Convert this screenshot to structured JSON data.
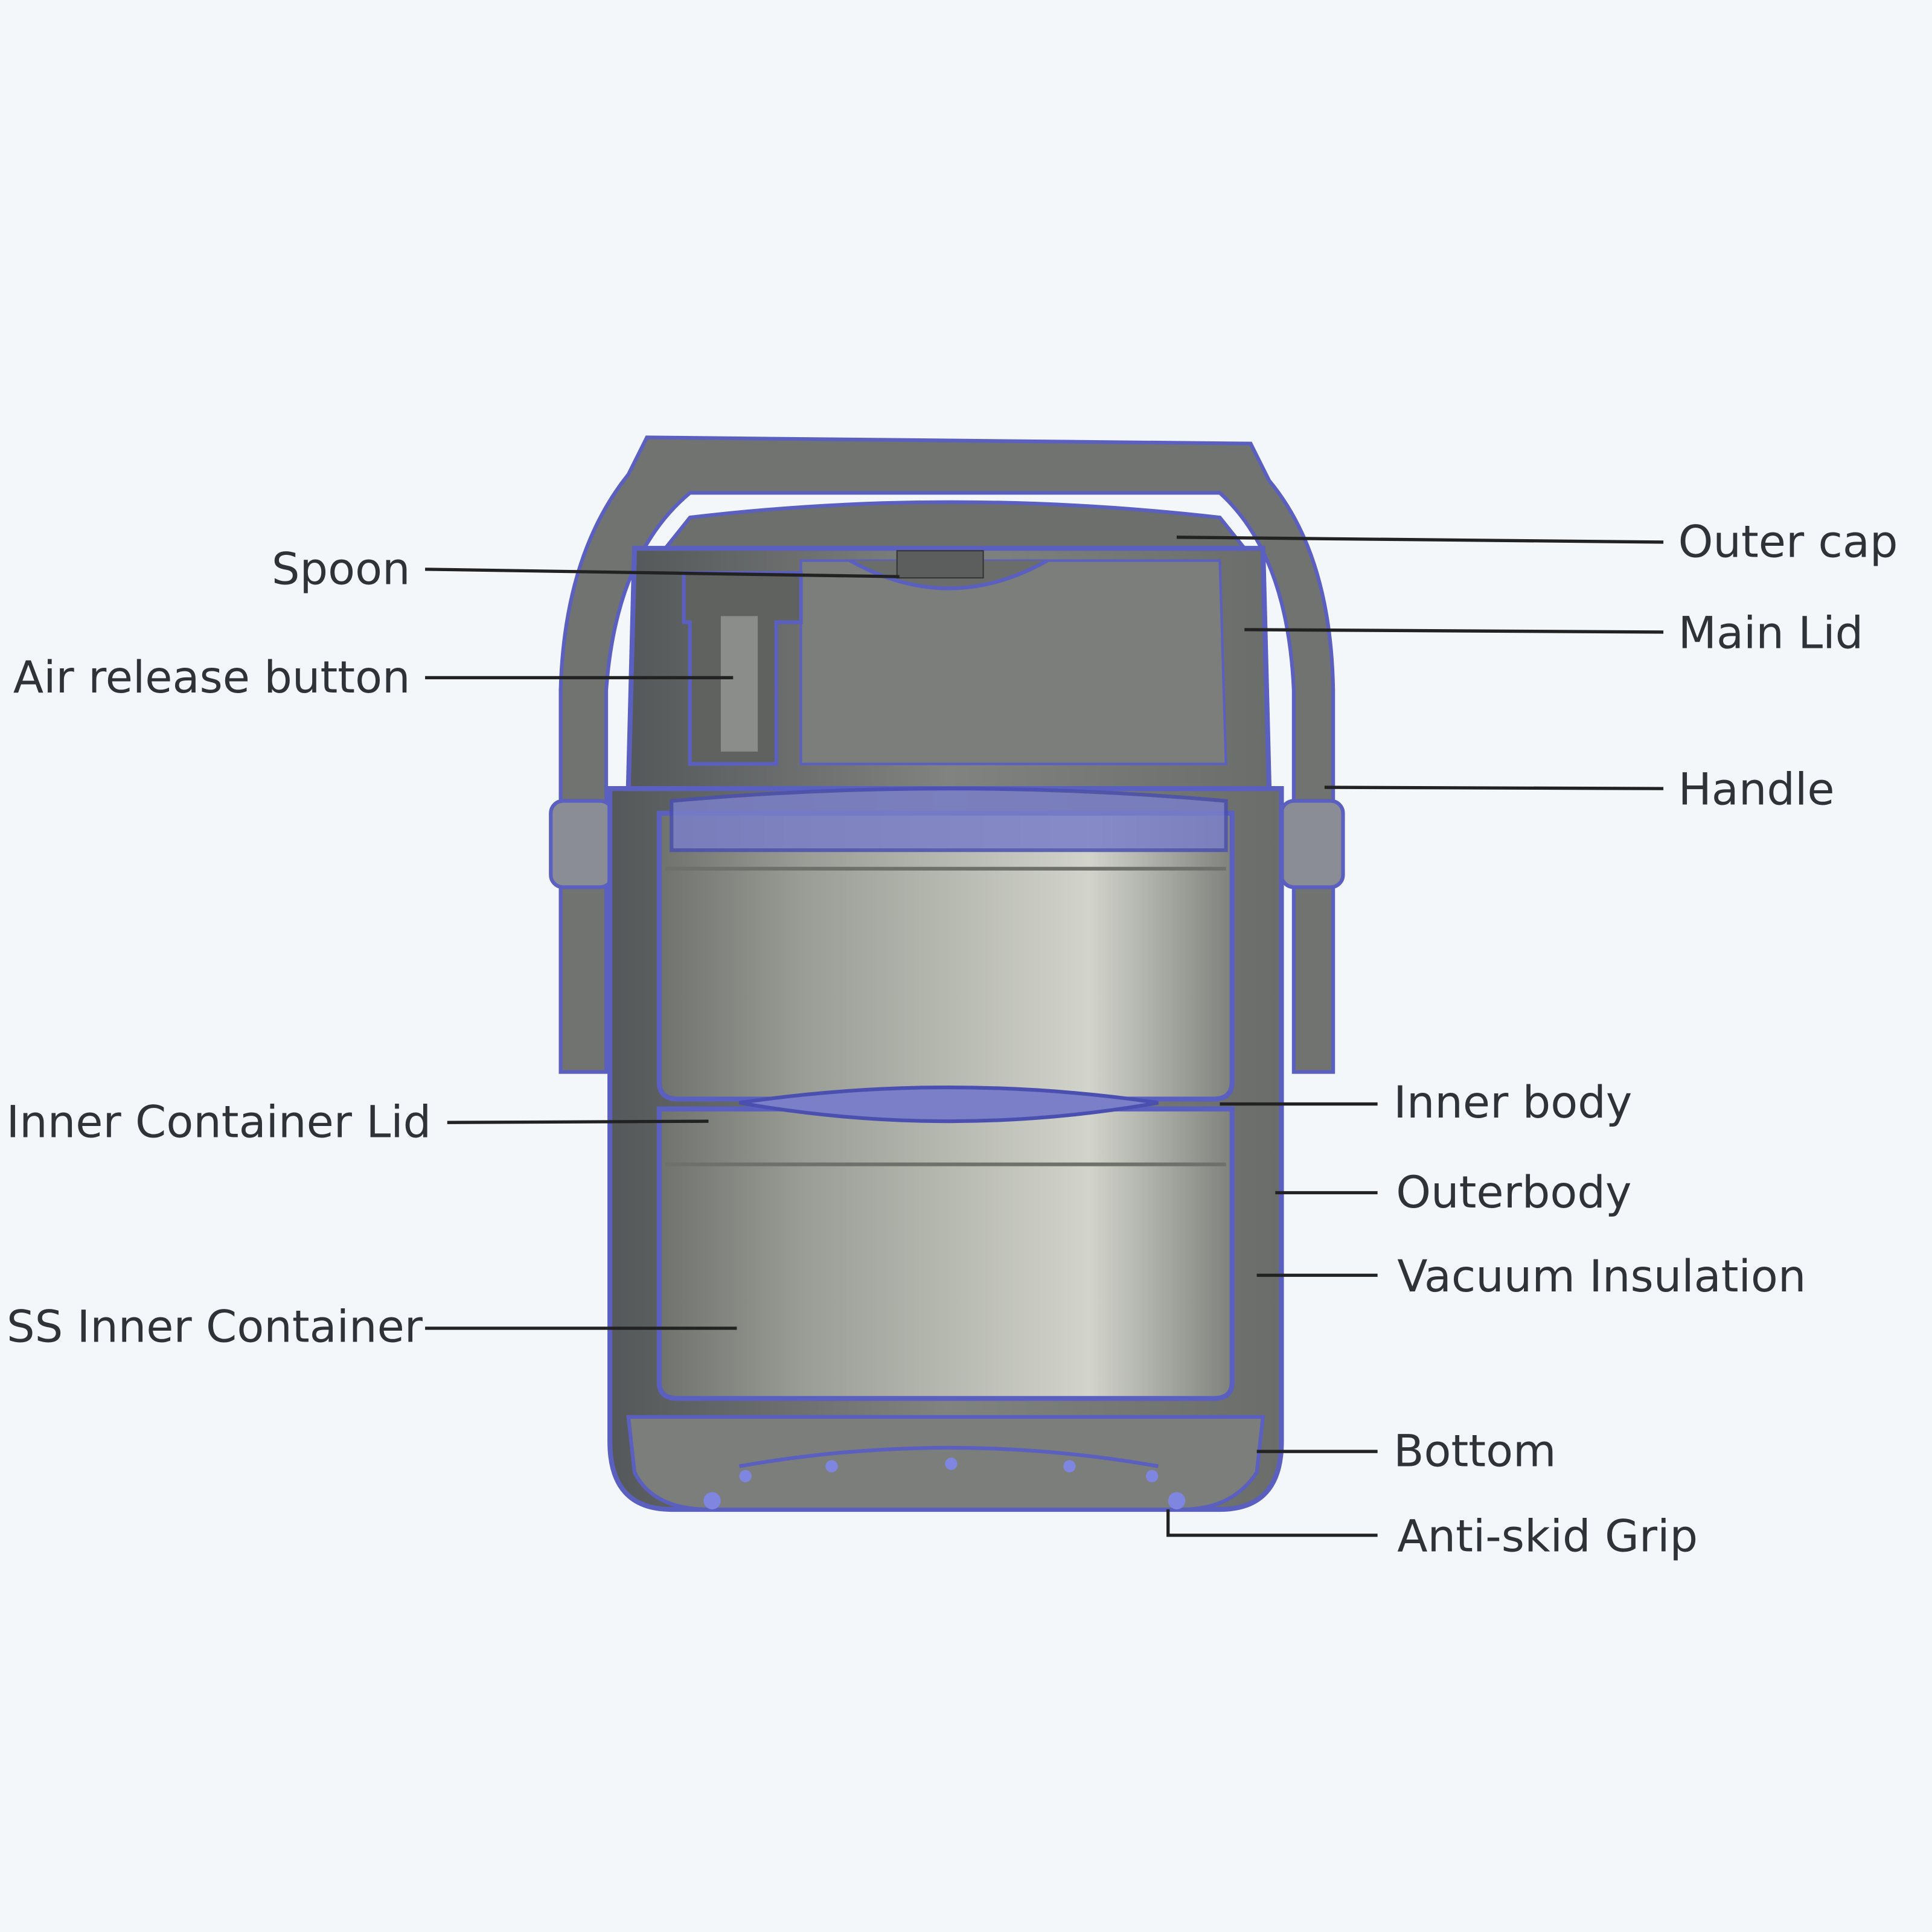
{
  "labels_left": {
    "spoon": "Spoon",
    "air_release_button": "Air release button",
    "inner_container_lid": "Inner Container Lid",
    "ss_inner_container": "SS Inner Container"
  },
  "labels_right": {
    "outer_cap": "Outer cap",
    "main_lid": "Main Lid",
    "handle": "Handle",
    "inner_body": "Inner body",
    "outerbody": "Outerbody",
    "vacuum_insulation": "Vacuum Insulation",
    "bottom": "Bottom",
    "anti_skid_grip": "Anti-skid Grip"
  },
  "colors": {
    "background": "#f4f7fa",
    "outline_blue": "#5a5fc0",
    "body_gray": "#8a8e88",
    "text": "#2e3338"
  }
}
